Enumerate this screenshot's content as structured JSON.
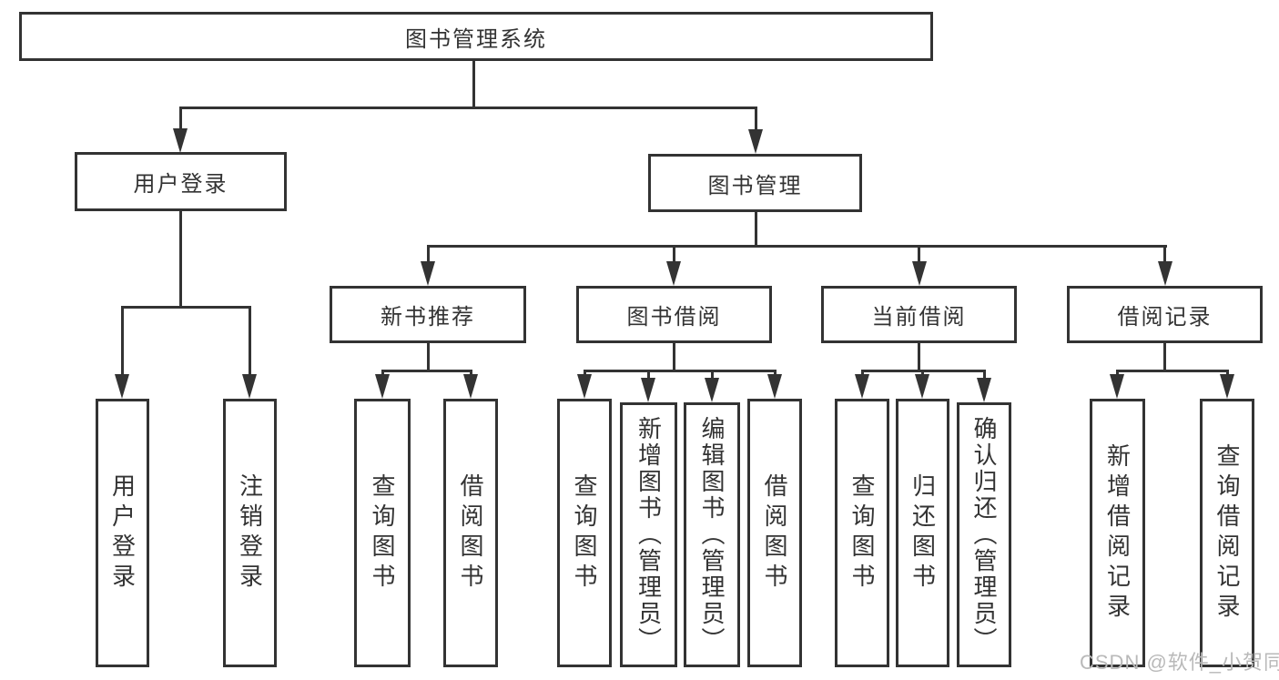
{
  "nodes": {
    "root": "图书管理系统",
    "level2": [
      "用户登录",
      "图书管理"
    ],
    "level3": [
      "新书推荐",
      "图书借阅",
      "当前借阅",
      "借阅记录"
    ],
    "leaves_user": [
      "用户登录",
      "注销登录"
    ],
    "leaves_newbook": [
      "查询图书",
      "借阅图书"
    ],
    "leaves_borrow": [
      "查询图书",
      "新增图书（管理员）",
      "编辑图书（管理员）",
      "借阅图书"
    ],
    "leaves_current": [
      "查询图书",
      "归还图书",
      "确认归还（管理员）"
    ],
    "leaves_records": [
      "新增借阅记录",
      "查询借阅记录"
    ]
  },
  "watermark": "CSDN @软件_小贺同学",
  "colors": {
    "line": "#333333",
    "text": "#333333",
    "watermark": "#b9b9b9",
    "background": "#ffffff"
  }
}
